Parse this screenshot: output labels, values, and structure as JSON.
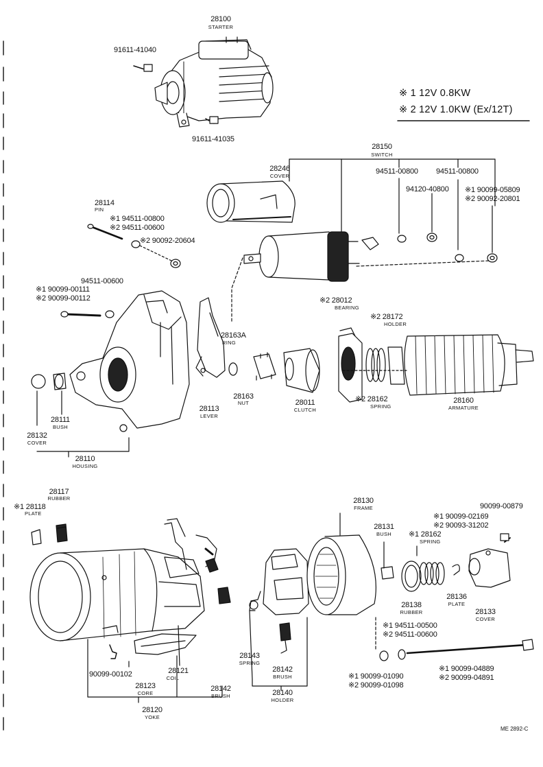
{
  "specs": {
    "line1": "※ 1 12V 0.8KW",
    "line2": "※ 2 12V 1.0KW (Ex/12T)"
  },
  "reference": "ME 2892-C",
  "parts": {
    "p28100": {
      "num": "28100",
      "name": "STARTER"
    },
    "p91611_41040": {
      "num": "91611-41040"
    },
    "p91611_41035": {
      "num": "91611-41035"
    },
    "p28150": {
      "num": "28150",
      "name": "SWITCH"
    },
    "p28246": {
      "num": "28246",
      "name": "COVER"
    },
    "p94511_00800a": {
      "num": "94511-00800"
    },
    "p94511_00800b": {
      "num": "94511-00800"
    },
    "p94120_40800": {
      "num": "94120-40800"
    },
    "p90099_05809": {
      "num": "※1 90099-05809"
    },
    "p90092_20801": {
      "num": "※2 90092-20801"
    },
    "p28114": {
      "num": "28114",
      "name": "PIN"
    },
    "p94511_00800c": {
      "num": "※1 94511-00800"
    },
    "p94511_00600a": {
      "num": "※2 94511-00600"
    },
    "p90092_20604": {
      "num": "※2 90092-20604"
    },
    "p94511_00600b": {
      "num": "94511-00600"
    },
    "p90099_00111": {
      "num": "※1 90099-00111"
    },
    "p90099_00112": {
      "num": "※2 90099-00112"
    },
    "p28012": {
      "num": "※2 28012",
      "name": "BEARING"
    },
    "p28172": {
      "num": "※2 28172",
      "name": "HOLDER"
    },
    "p28163A": {
      "num": "28163A",
      "name": "RING"
    },
    "p28163": {
      "num": "28163",
      "name": "NUT"
    },
    "p28011": {
      "num": "28011",
      "name": "CLUTCH"
    },
    "p28162a": {
      "num": "※2 28162",
      "name": "SPRING"
    },
    "p28160": {
      "num": "28160",
      "name": "ARMATURE"
    },
    "p28113": {
      "num": "28113",
      "name": "LEVER"
    },
    "p28111": {
      "num": "28111",
      "name": "BUSH"
    },
    "p28132": {
      "num": "28132",
      "name": "COVER"
    },
    "p28110": {
      "num": "28110",
      "name": "HOUSING"
    },
    "p28117": {
      "num": "28117",
      "name": "RUBBER"
    },
    "p28118": {
      "num": "※1 28118",
      "name": "PLATE"
    },
    "p28130": {
      "num": "28130",
      "name": "FRAME"
    },
    "p90099_00879": {
      "num": "90099-00879"
    },
    "p28131": {
      "num": "28131",
      "name": "BUSH"
    },
    "p90099_02169": {
      "num": "※1 90099-02169"
    },
    "p90093_31202": {
      "num": "※2 90093-31202"
    },
    "p28162b": {
      "num": "※1 28162",
      "name": "SPRING"
    },
    "p28136": {
      "num": "28136",
      "name": "PLATE"
    },
    "p28138": {
      "num": "28138",
      "name": "RUBBER"
    },
    "p28133": {
      "num": "28133",
      "name": "COVER"
    },
    "p94511_00500": {
      "num": "※1 94511-00500"
    },
    "p94511_00600c": {
      "num": "※2 94511-00600"
    },
    "p90099_01090": {
      "num": "※1 90099-01090"
    },
    "p90099_01098": {
      "num": "※2 90099-01098"
    },
    "p90099_04889": {
      "num": "※1 90099-04889"
    },
    "p90099_04891": {
      "num": "※2 90099-04891"
    },
    "p90099_00102": {
      "num": "90099-00102"
    },
    "p28121": {
      "num": "28121",
      "name": "COIL"
    },
    "p28123": {
      "num": "28123",
      "name": "CORE"
    },
    "p28143": {
      "num": "28143",
      "name": "SPRING"
    },
    "p28142a": {
      "num": "28142",
      "name": "BRUSH"
    },
    "p28142b": {
      "num": "28142",
      "name": "BRUSH"
    },
    "p28140": {
      "num": "28140",
      "name": "HOLDER"
    },
    "p28120": {
      "num": "28120",
      "name": "YOKE"
    }
  }
}
